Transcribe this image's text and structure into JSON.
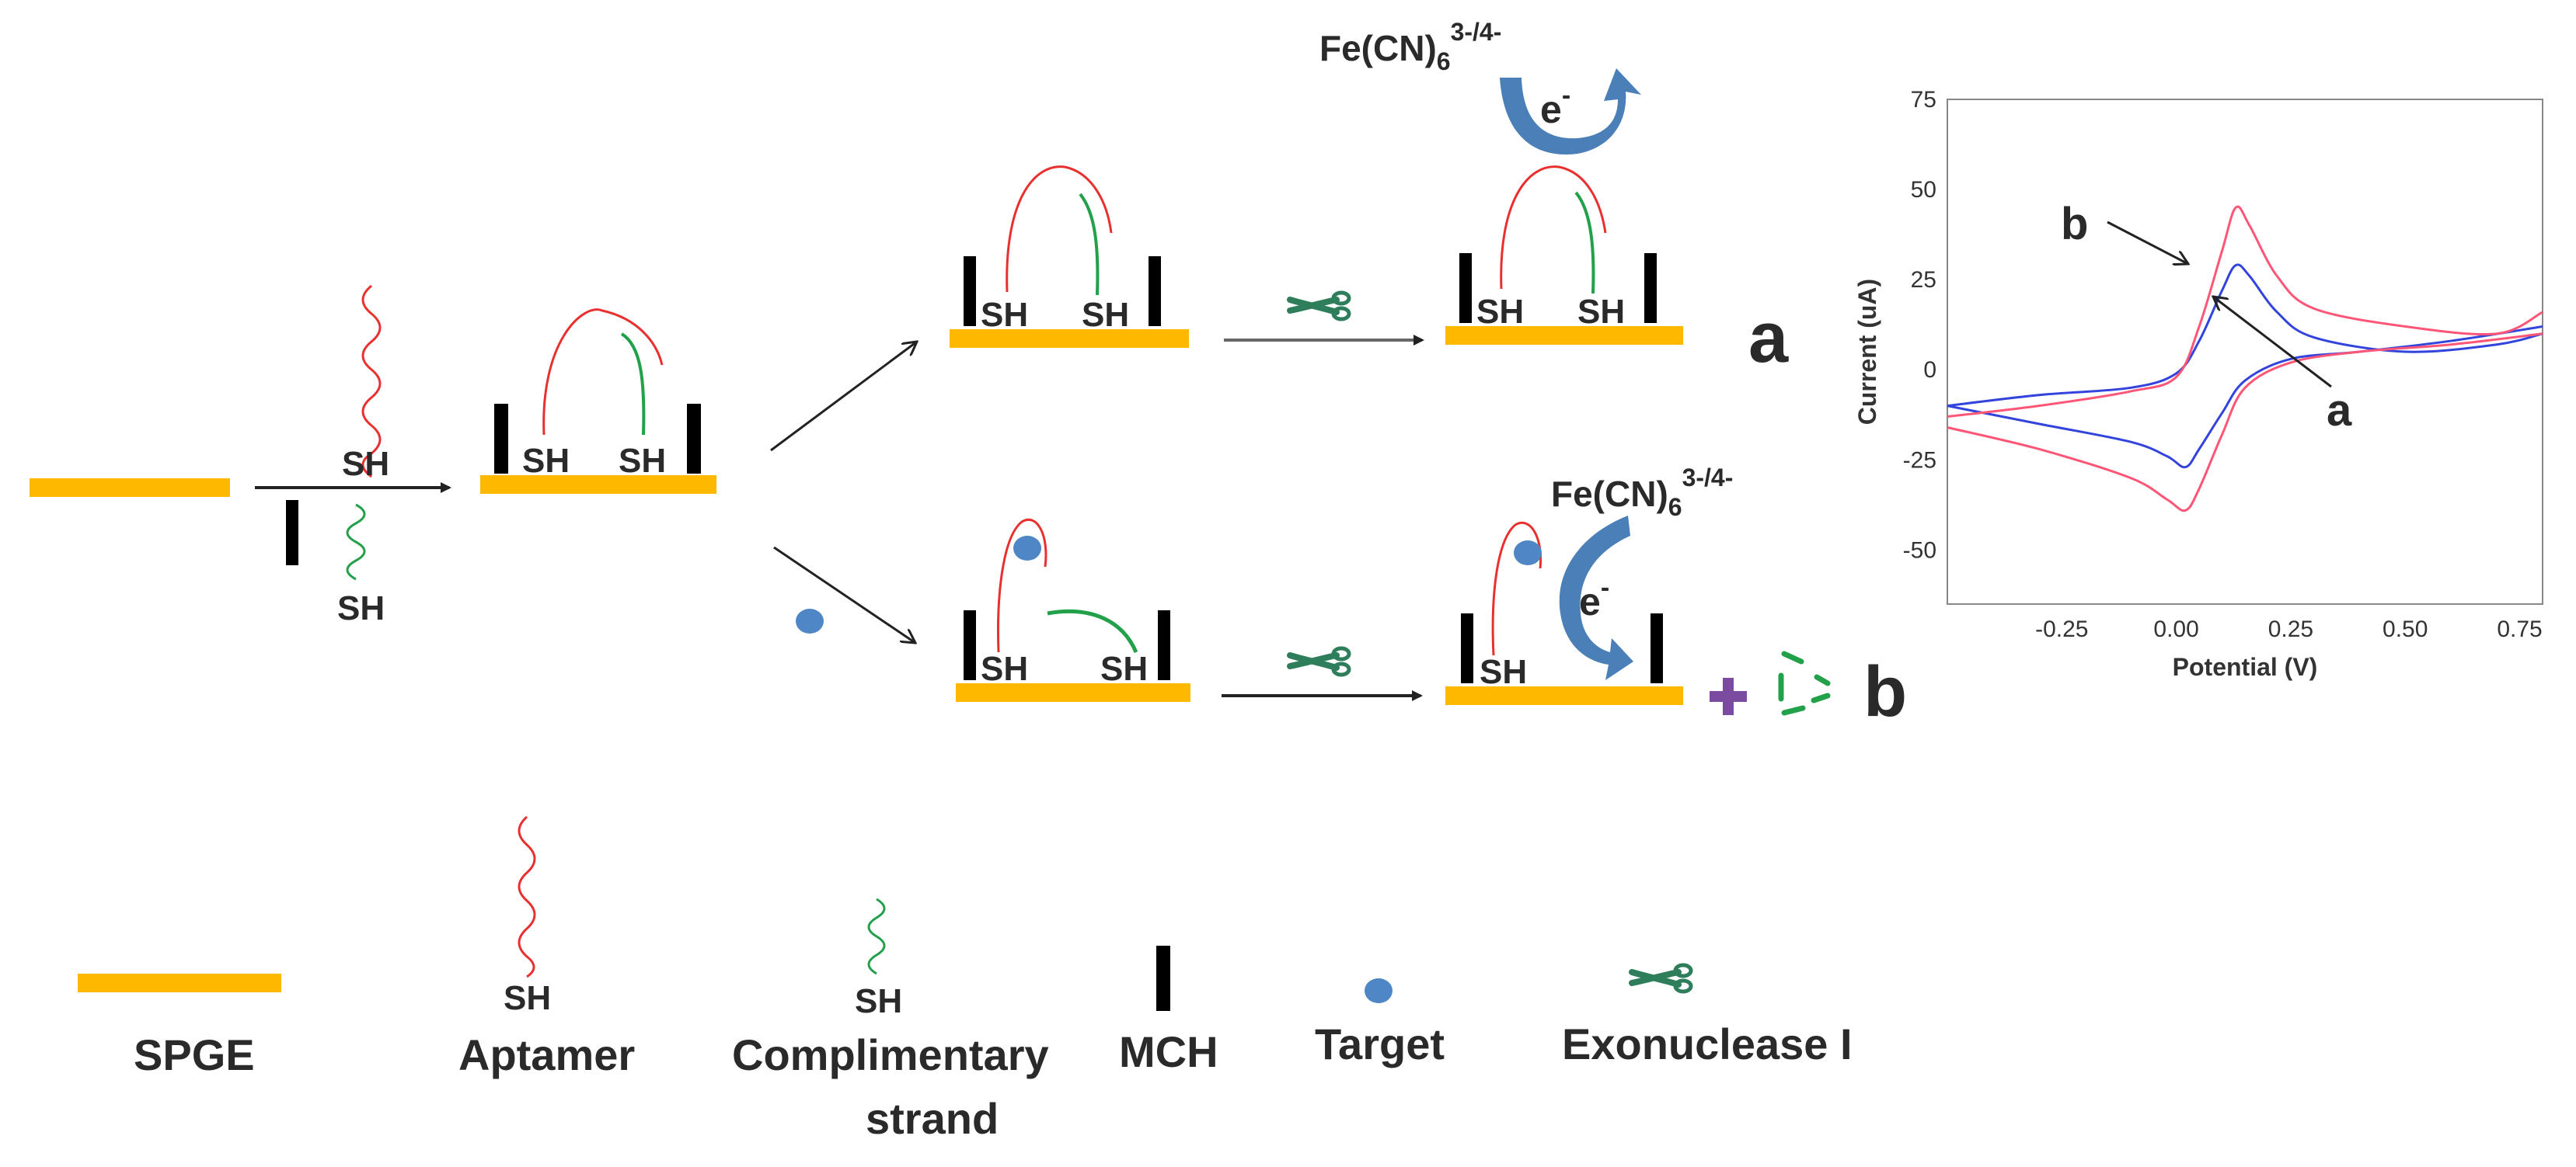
{
  "scheme": {
    "sh": "SH",
    "fe_top": "Fe(CN)",
    "fe_top_sub": "6",
    "fe_top_sup": "3-/4-",
    "fe_bot": "Fe(CN)",
    "fe_bot_sub": "6",
    "fe_bot_sup": "3-/4-",
    "electron": "e",
    "electron_sup": "-",
    "result_a": "a",
    "result_b": "b"
  },
  "legend": {
    "spge": "SPGE",
    "sh": "SH",
    "aptamer": "Aptamer",
    "complimentary_line1": "Complimentary",
    "complimentary_line2": "strand",
    "mch": "MCH",
    "target": "Target",
    "exonuclease": "Exonuclease I"
  },
  "colors": {
    "electrode": "#FFB800",
    "aptamer": "#E8312F",
    "complementary": "#22A04A",
    "mch": "#000000",
    "target": "#4F86C6",
    "exonuclease": "#2E7D5B",
    "arrow_blue": "#4A7FB8",
    "plus": "#7B4BA0",
    "curve_a": "#3344DD",
    "curve_b": "#FF5577"
  },
  "chart_data": {
    "type": "line",
    "xlabel": "Potential (V)",
    "ylabel": "Current (uA)",
    "xlim": [
      -0.5,
      0.8
    ],
    "ylim": [
      -65,
      75
    ],
    "xticks": [
      -0.25,
      0.0,
      0.25,
      0.5,
      0.75
    ],
    "xtick_labels": [
      "-0.25",
      "0.00",
      "0.25",
      "0.50",
      "0.75"
    ],
    "yticks": [
      75,
      50,
      25,
      0,
      -25,
      -50
    ],
    "ytick_labels": [
      "75",
      "50",
      "25",
      "0",
      "-25",
      "-50"
    ],
    "grid": false,
    "series": [
      {
        "name": "a",
        "forward": [
          [
            -0.5,
            -10
          ],
          [
            -0.3,
            -7
          ],
          [
            -0.1,
            -5
          ],
          [
            0.0,
            -1
          ],
          [
            0.05,
            8
          ],
          [
            0.1,
            22
          ],
          [
            0.13,
            29
          ],
          [
            0.16,
            26
          ],
          [
            0.22,
            16
          ],
          [
            0.3,
            9
          ],
          [
            0.5,
            5
          ],
          [
            0.7,
            7
          ],
          [
            0.8,
            10
          ]
        ],
        "reverse": [
          [
            0.8,
            12
          ],
          [
            0.6,
            8
          ],
          [
            0.4,
            5
          ],
          [
            0.25,
            3
          ],
          [
            0.15,
            -3
          ],
          [
            0.1,
            -12
          ],
          [
            0.05,
            -22
          ],
          [
            0.02,
            -27
          ],
          [
            -0.02,
            -24
          ],
          [
            -0.1,
            -20
          ],
          [
            -0.3,
            -15
          ],
          [
            -0.5,
            -10
          ]
        ]
      },
      {
        "name": "b",
        "forward": [
          [
            -0.5,
            -13
          ],
          [
            -0.3,
            -10
          ],
          [
            -0.1,
            -6
          ],
          [
            0.0,
            -2
          ],
          [
            0.05,
            12
          ],
          [
            0.1,
            33
          ],
          [
            0.13,
            45
          ],
          [
            0.16,
            40
          ],
          [
            0.22,
            26
          ],
          [
            0.3,
            17
          ],
          [
            0.5,
            12
          ],
          [
            0.7,
            10
          ],
          [
            0.8,
            16
          ]
        ],
        "reverse": [
          [
            0.8,
            10
          ],
          [
            0.6,
            7
          ],
          [
            0.4,
            5
          ],
          [
            0.25,
            2
          ],
          [
            0.15,
            -5
          ],
          [
            0.1,
            -18
          ],
          [
            0.05,
            -33
          ],
          [
            0.02,
            -39
          ],
          [
            -0.02,
            -36
          ],
          [
            -0.1,
            -30
          ],
          [
            -0.3,
            -22
          ],
          [
            -0.5,
            -16
          ]
        ]
      }
    ],
    "annotations": [
      "a",
      "b"
    ]
  }
}
